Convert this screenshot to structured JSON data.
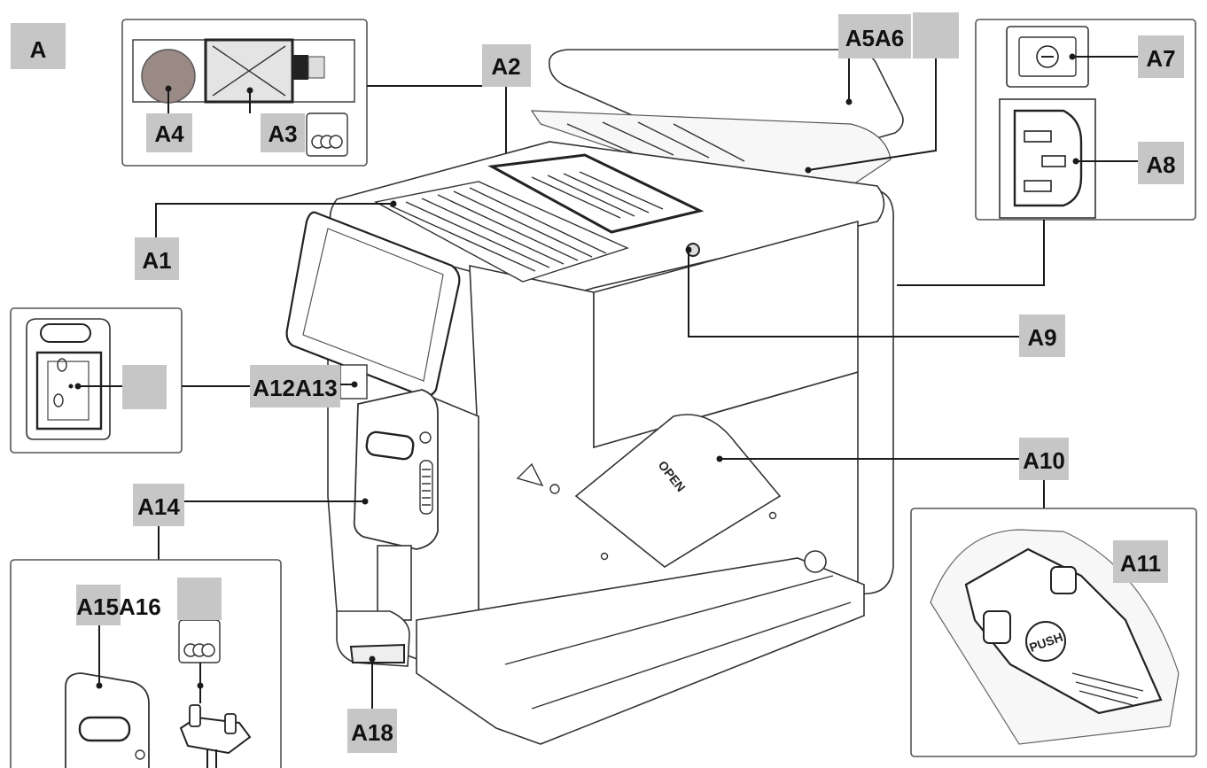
{
  "section_letter": "A",
  "labels": {
    "a1": "A1",
    "a2": "A2",
    "a3": "A3",
    "a4": "A4",
    "a5a6": "A5A6",
    "a7": "A7",
    "a8": "A8",
    "a9": "A9",
    "a10": "A10",
    "a11": "A11",
    "a12a13": "A12A13",
    "a14": "A14",
    "a15a16": "A15A16",
    "a18": "A18"
  },
  "machine_text": {
    "open": "OPEN",
    "push": "PUSH"
  },
  "colors": {
    "label_box": "#c6c6c6",
    "line": "#1a1a1a",
    "grain_swatch": "#9a8a86"
  }
}
